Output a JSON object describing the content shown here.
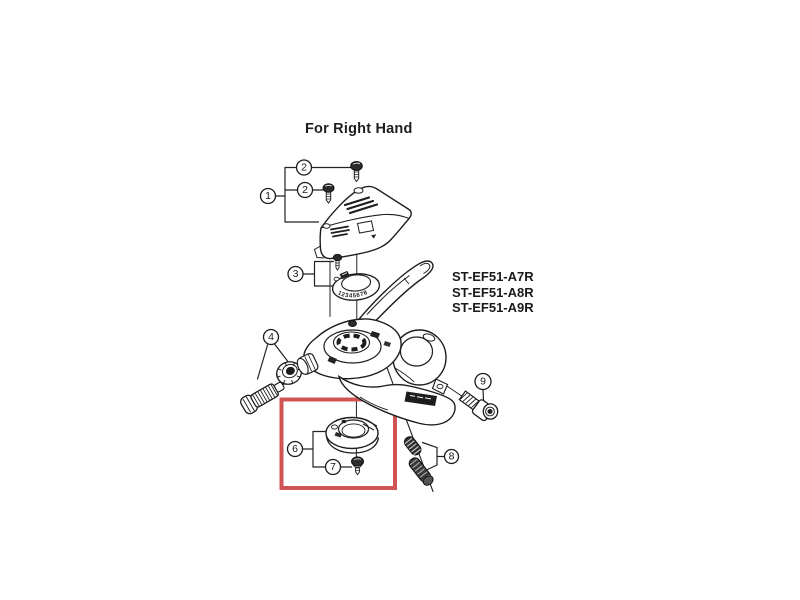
{
  "title": "For Right Hand",
  "models": [
    "ST-EF51-A7R",
    "ST-EF51-A8R",
    "ST-EF51-A9R"
  ],
  "callouts": {
    "c1": "1",
    "c2a": "2",
    "c2b": "2",
    "c3": "3",
    "c4": "4",
    "c6": "6",
    "c7": "7",
    "c8": "8",
    "c9": "9"
  },
  "dial_numbers": "12345678",
  "colors": {
    "line": "#222222",
    "highlight_box": "#d05454",
    "background": "#ffffff"
  }
}
